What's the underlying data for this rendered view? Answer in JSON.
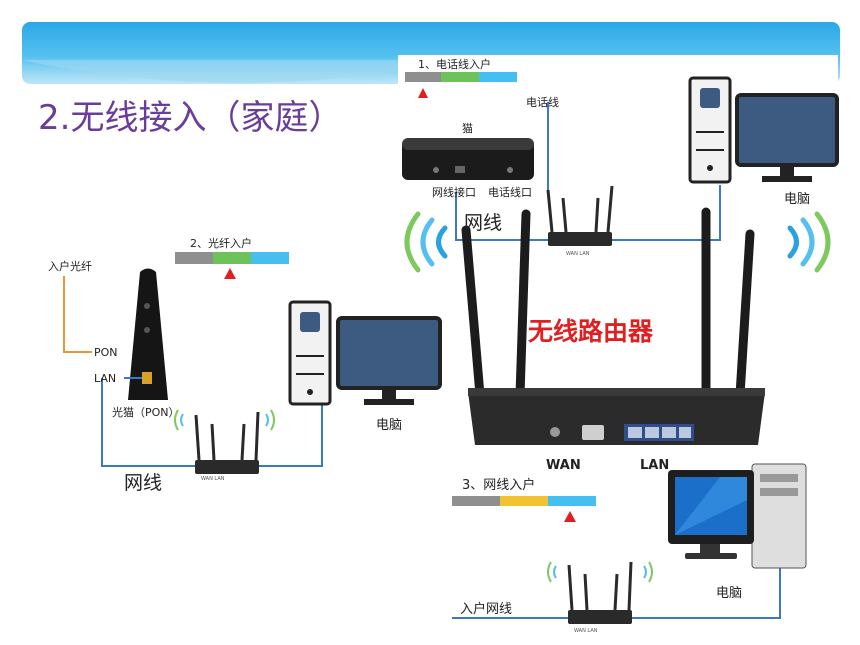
{
  "slide_title": "2.无线接入（家庭）",
  "center": {
    "router_label": "无线路由器",
    "wan": "WAN",
    "lan": "LAN",
    "cable_label": "网线"
  },
  "scenario1": {
    "title": "1、电话线入户",
    "modem": "猫",
    "phone_line": "电话线",
    "net_port": "网线接口",
    "phone_port": "电话线口",
    "pc": "电脑",
    "bar_colors": [
      "#8f8f8f",
      "#6dc35a",
      "#44bff0"
    ]
  },
  "scenario2": {
    "title": "2、光纤入户",
    "fiber_in": "入户光纤",
    "pon": "PON",
    "lan": "LAN",
    "onu": "光猫（PON）",
    "cable_label": "网线",
    "pc": "电脑",
    "bar_colors": [
      "#8f8f8f",
      "#6dc35a",
      "#44bff0"
    ]
  },
  "scenario3": {
    "title": "3、网线入户",
    "in_cable": "入户网线",
    "pc": "电脑",
    "bar_colors": [
      "#8f8f8f",
      "#f1c232",
      "#44bff0"
    ]
  }
}
